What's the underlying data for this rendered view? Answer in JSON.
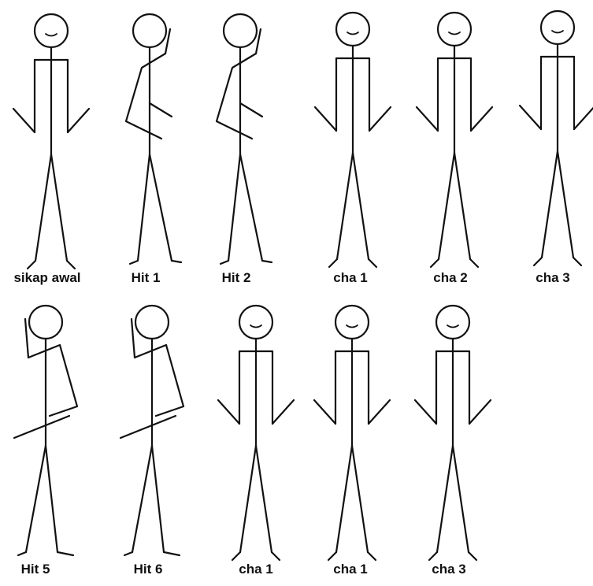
{
  "figures": [
    {
      "label": "sikap awal",
      "pose": "stand-legs-apart",
      "smile": true
    },
    {
      "label": "Hit 1",
      "pose": "hit-arm-bent",
      "smile": false
    },
    {
      "label": "Hit 2",
      "pose": "hit-arm-bent",
      "smile": false
    },
    {
      "label": "cha 1",
      "pose": "stand-legs-apart",
      "smile": true
    },
    {
      "label": "cha 2",
      "pose": "stand-legs-apart",
      "smile": true
    },
    {
      "label": "cha 3",
      "pose": "stand-legs-apart",
      "smile": true
    },
    {
      "label": "Hit 5",
      "pose": "hit-box-arm",
      "smile": false
    },
    {
      "label": "Hit 6",
      "pose": "hit-box-arm",
      "smile": false
    },
    {
      "label": "cha 1",
      "pose": "stand-legs-apart",
      "smile": true
    },
    {
      "label": "cha 1",
      "pose": "stand-legs-apart",
      "smile": true
    },
    {
      "label": "cha 3",
      "pose": "stand-legs-apart",
      "smile": true
    }
  ],
  "colors": {
    "ink": "#111111",
    "paper": "#ffffff"
  }
}
